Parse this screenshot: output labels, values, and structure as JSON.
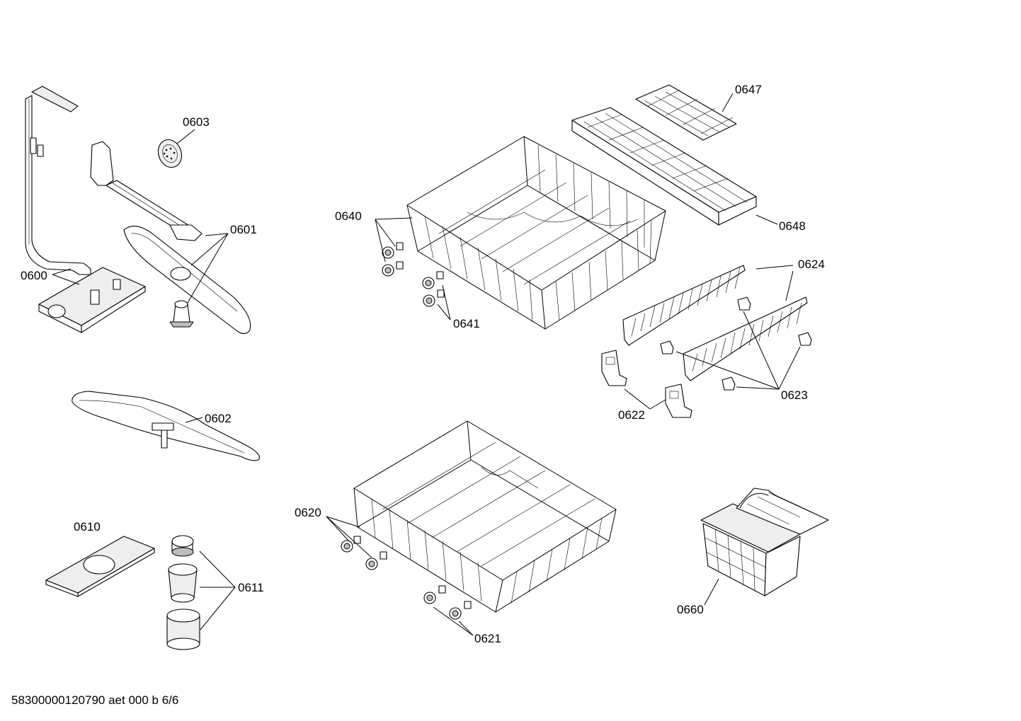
{
  "labels": {
    "p0600": "0600",
    "p0601": "0601",
    "p0602": "0602",
    "p0603": "0603",
    "p0610": "0610",
    "p0611": "0611",
    "p0620": "0620",
    "p0621": "0621",
    "p0622": "0622",
    "p0623": "0623",
    "p0624": "0624",
    "p0640": "0640",
    "p0641": "0641",
    "p0647": "0647",
    "p0648": "0648",
    "p0660": "0660"
  },
  "footer": "58300000120790 aet 000 b 6/6"
}
